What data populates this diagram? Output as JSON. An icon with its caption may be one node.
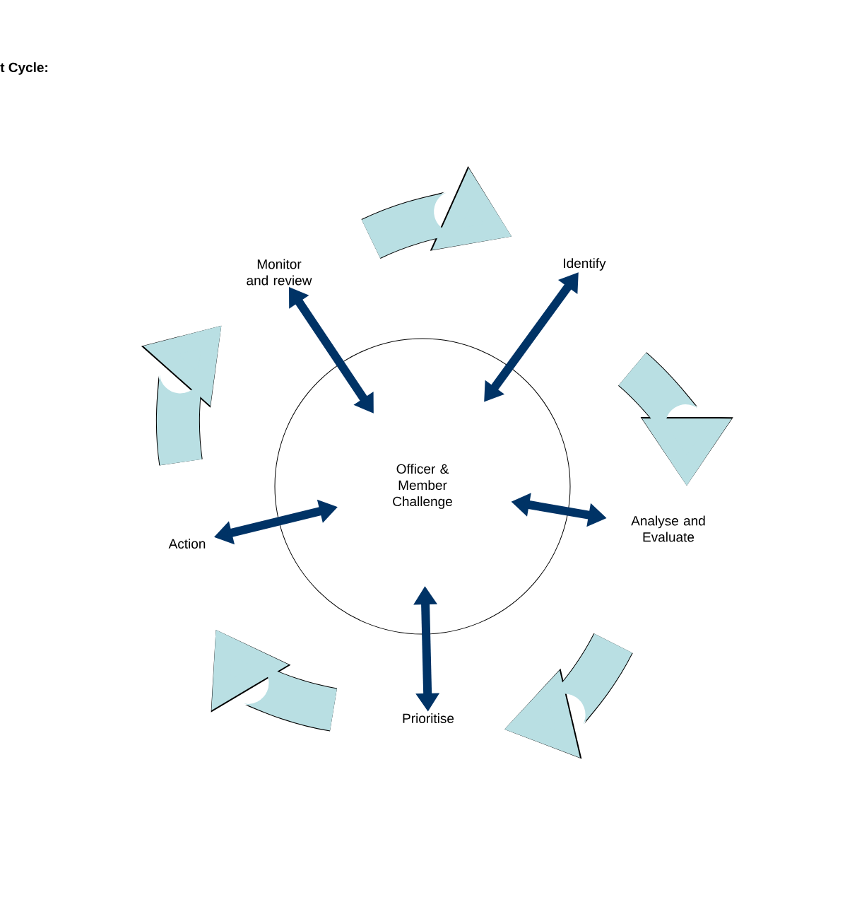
{
  "diagram": {
    "title": "t Cycle:",
    "nodes": [
      {
        "text": [
          "Officer & Member Challenge"
        ]
      },
      {
        "text": [
          "Identify"
        ]
      },
      {
        "text": [
          "Analyse and Evaluate"
        ]
      },
      {
        "text": [
          "Prioritise"
        ]
      },
      {
        "text": [
          "Action"
        ]
      },
      {
        "text": [
          "Monitor and review"
        ]
      },
      {
        "text": [],
        "shape": "arrow"
      },
      {
        "text": [],
        "shape": "arrow"
      },
      {
        "text": [],
        "shape": "arrow"
      },
      {
        "text": [],
        "shape": "arrow"
      },
      {
        "text": [],
        "shape": "arrow"
      }
    ],
    "edges": [
      {
        "from": 0,
        "to": 5,
        "arrow": "both",
        "color": "#003366"
      },
      {
        "from": 0,
        "to": 1,
        "arrow": "both",
        "color": "#003366"
      },
      {
        "from": 0,
        "to": 2,
        "arrow": "both",
        "color": "#003366"
      },
      {
        "from": 0,
        "to": 3,
        "arrow": "both",
        "color": "#003366"
      },
      {
        "from": 0,
        "to": 4,
        "arrow": "both",
        "color": "#003366"
      }
    ]
  }
}
